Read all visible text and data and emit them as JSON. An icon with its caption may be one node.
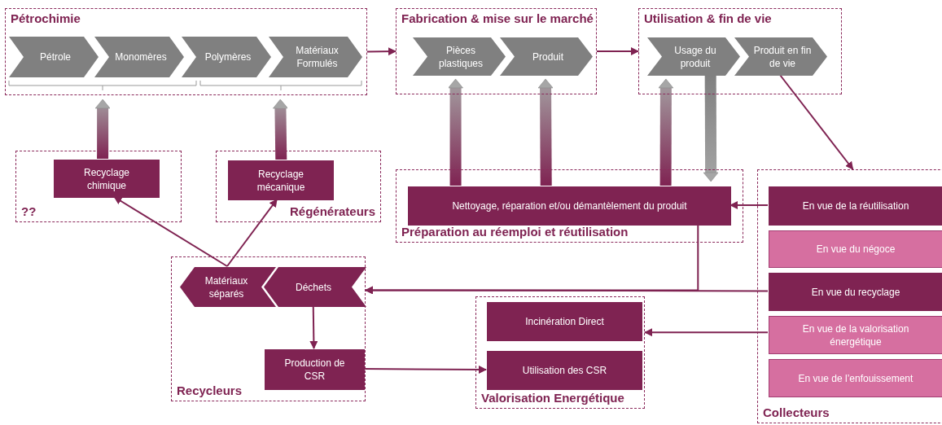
{
  "diagram": {
    "nodes": [
      {
        "text": [
          "Pétrochimie"
        ]
      },
      {
        "text": [
          "Pétrole"
        ],
        "in": 0
      },
      {
        "text": [
          "Monomères"
        ],
        "in": 0
      },
      {
        "text": [
          "Polymères"
        ],
        "in": 0
      },
      {
        "text": [
          "Matériaux Formulés"
        ],
        "in": 0
      },
      {
        "text": [
          "Fabrication & mise sur le marché"
        ]
      },
      {
        "text": [
          "Pièces plastiques"
        ],
        "in": 5
      },
      {
        "text": [
          "Produit"
        ],
        "in": 5
      },
      {
        "text": [
          "Utilisation & fin de vie"
        ]
      },
      {
        "text": [
          "Usage du produit"
        ],
        "in": 8
      },
      {
        "text": [
          "Produit en fin de vie"
        ],
        "in": 8
      },
      {
        "text": [
          "??"
        ]
      },
      {
        "text": [
          "Recyclage chimique"
        ],
        "in": 11
      },
      {
        "text": [
          "Régénérateurs"
        ]
      },
      {
        "text": [
          "Recyclage mécanique"
        ],
        "in": 13
      },
      {
        "text": [
          "Préparation au réemploi et réutilisation"
        ]
      },
      {
        "text": [
          "Nettoyage, réparation et/ou démantèlement du produit"
        ],
        "in": 15
      },
      {
        "text": [
          "Collecteurs"
        ]
      },
      {
        "text": [
          "En vue de la réutilisation"
        ],
        "in": 17
      },
      {
        "text": [
          "En vue du négoce"
        ],
        "in": 17
      },
      {
        "text": [
          "En vue du recyclage"
        ],
        "in": 17
      },
      {
        "text": [
          "En vue de la valorisation énergétique"
        ],
        "in": 17
      },
      {
        "text": [
          "En vue de l’enfouissement"
        ],
        "in": 17
      },
      {
        "text": [
          "Recycleurs"
        ]
      },
      {
        "text": [
          "Matériaux séparés"
        ],
        "in": 23
      },
      {
        "text": [
          "Déchets"
        ],
        "in": 23
      },
      {
        "text": [
          "Production de CSR"
        ],
        "in": 23
      },
      {
        "text": [
          "Valorisation Energétique"
        ]
      },
      {
        "text": [
          "Incinération Direct"
        ],
        "in": 27
      },
      {
        "text": [
          "Utilisation des CSR"
        ],
        "in": 27
      }
    ],
    "edges": [
      {
        "from": 0,
        "to": 5,
        "arrow": "to"
      },
      {
        "from": 5,
        "to": 8,
        "arrow": "to"
      },
      {
        "from": 10,
        "to": 17,
        "arrow": "to"
      },
      {
        "from": 12,
        "to": 0,
        "arrow": "to",
        "style": "thick",
        "color": "#a6a6a6"
      },
      {
        "from": 14,
        "to": 0,
        "arrow": "to",
        "style": "thick",
        "color": "#a6a6a6"
      },
      {
        "from": 16,
        "to": 6,
        "arrow": "to",
        "style": "thick",
        "color": "#a6a6a6"
      },
      {
        "from": 16,
        "to": 7,
        "arrow": "to",
        "style": "thick",
        "color": "#a6a6a6"
      },
      {
        "from": 16,
        "to": 9,
        "arrow": "to",
        "style": "thick",
        "color": "#a6a6a6"
      },
      {
        "from": 9,
        "to": 16,
        "arrow": "to",
        "style": "thick",
        "color": "#a6a6a6"
      },
      {
        "from": 18,
        "to": 16,
        "arrow": "to"
      },
      {
        "from": 16,
        "to": 25,
        "arrow": "to"
      },
      {
        "from": 20,
        "to": 25,
        "arrow": "to"
      },
      {
        "from": 21,
        "to": 27,
        "arrow": "to"
      },
      {
        "from": 24,
        "to": 12,
        "arrow": "to"
      },
      {
        "from": 24,
        "to": 14,
        "arrow": "to"
      },
      {
        "from": 25,
        "to": 26,
        "arrow": "to"
      },
      {
        "from": 26,
        "to": 29,
        "arrow": "to"
      }
    ]
  }
}
